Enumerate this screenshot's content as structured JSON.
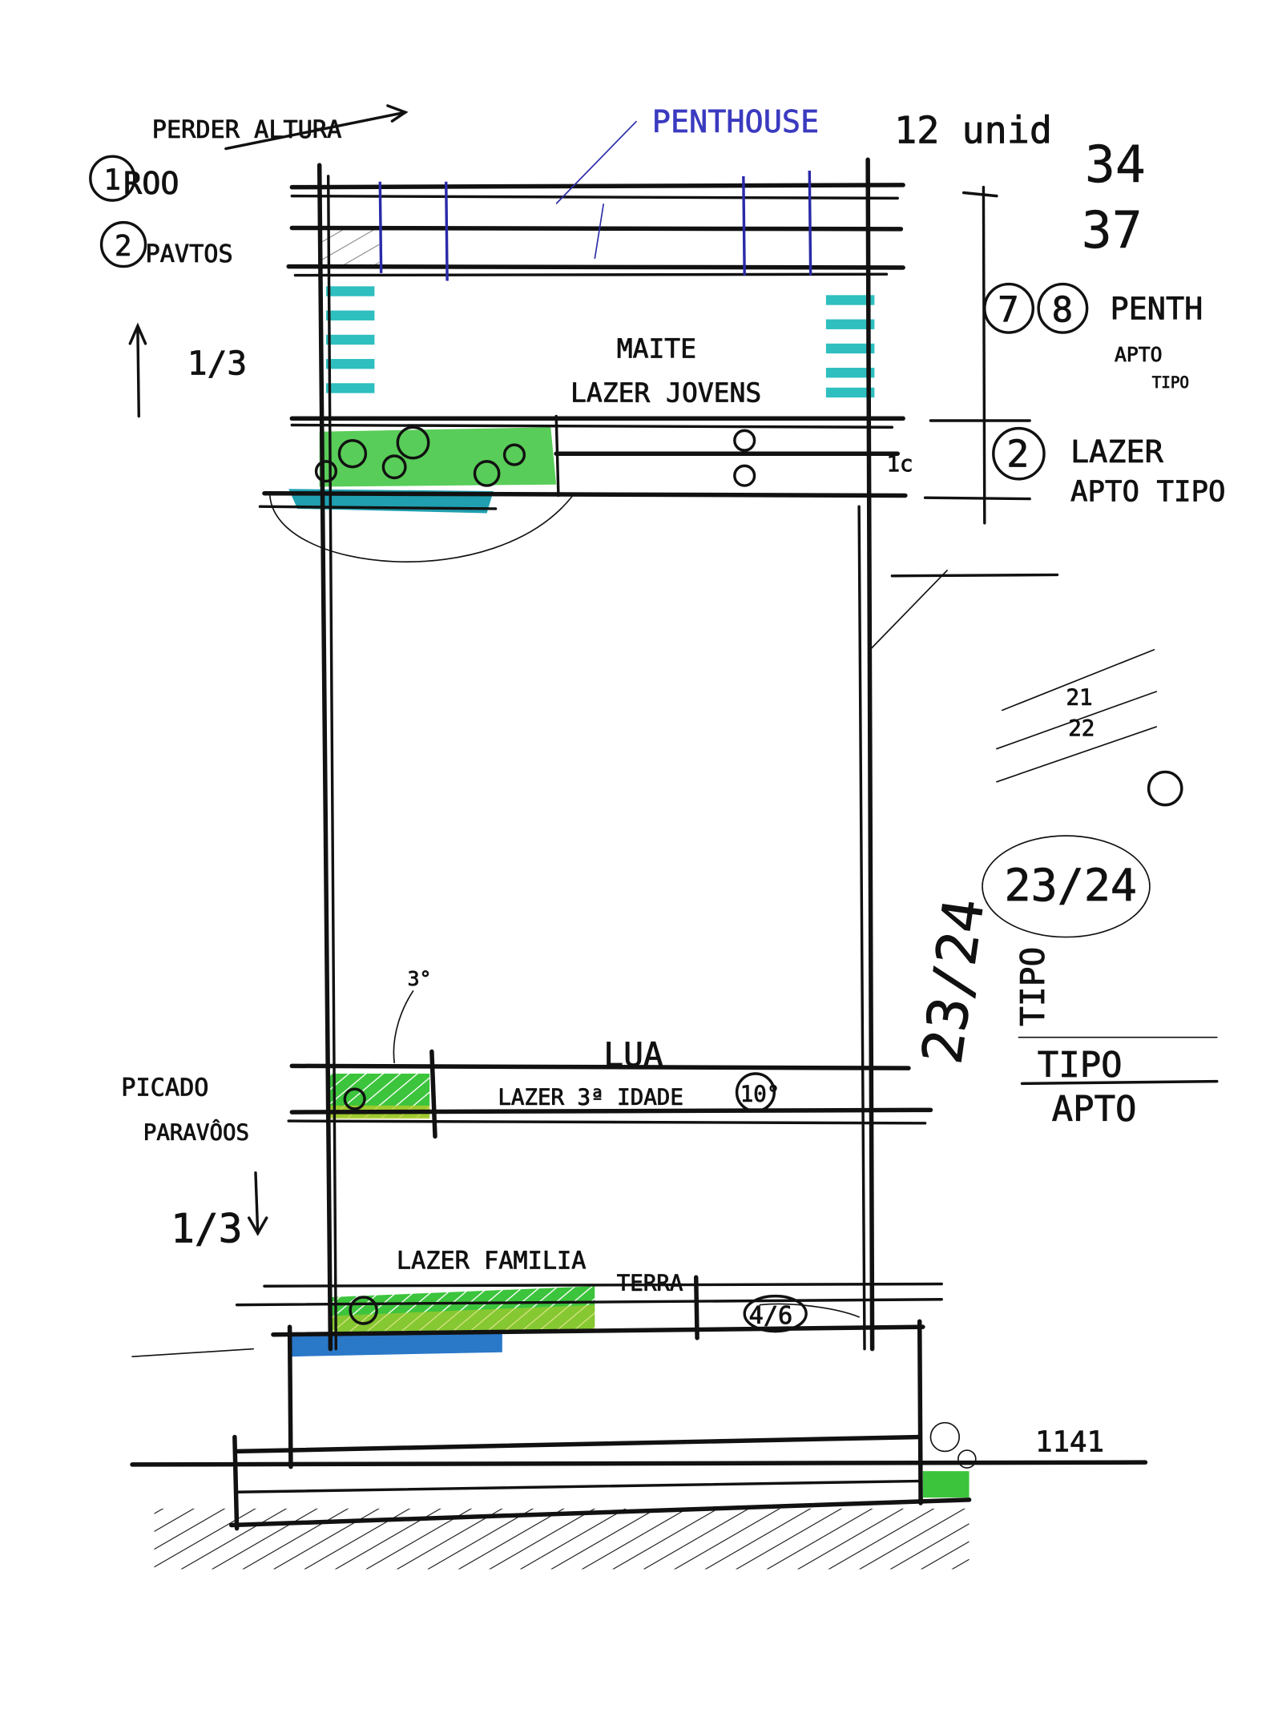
{
  "title_notes": {
    "lose_height": "PERDER ALTURA",
    "penthouse": "PENTHOUSE",
    "units": "12 unid",
    "count_a": "34",
    "count_b": "37"
  },
  "left_notes": {
    "roof_num": "1",
    "roof": "ROO",
    "floors_num": "2",
    "floors": "PAVTOS",
    "upper_third": "1/3",
    "picado": "PICADO",
    "para_voos": "PARAVÔOS",
    "lower_third": "1/3"
  },
  "levels": {
    "upper_name": "MAITE",
    "youth_leisure": "LAZER JOVENS",
    "moon": "LUA",
    "senior_leisure": "LAZER 3ª IDADE",
    "senior_floor": "10°",
    "small_3": "3°",
    "family_leisure": "LAZER FAMILIA",
    "ground": "TERRA",
    "family_floor": "4/6",
    "small_1c": "1c",
    "elevation": "1141"
  },
  "right_notes": {
    "pent_num_a": "7",
    "pent_num_b": "8",
    "penth": "PENTH",
    "apto": "APTO",
    "tipo": "TIPO",
    "leisure_num": "2",
    "leisure": "LAZER",
    "apto_tipo": "APTO TIPO",
    "n21": "21",
    "n22": "22",
    "ratio_circled": "23/24",
    "ratio_vertical": "23/24",
    "tipo_vertical": "TIPO",
    "tipo_label": "TIPO",
    "apto_label": "APTO"
  },
  "colors": {
    "teal": "#2fbfbf",
    "green": "#3cc43c",
    "yellow_green": "#b5cc2a",
    "blue_ink": "#2a2aa8",
    "marker_blue": "#2a78c8"
  }
}
